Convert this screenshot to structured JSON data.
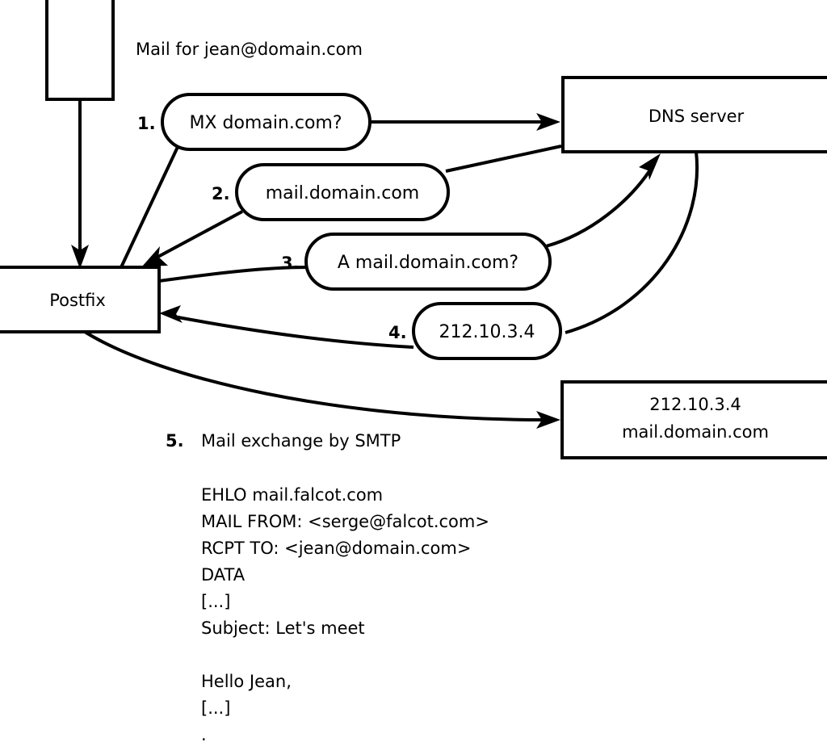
{
  "diagram": {
    "title_caption": "Mail for jean@domain.com",
    "nodes": {
      "sender_box": {
        "label": ""
      },
      "postfix_box": {
        "label": "Postfix"
      },
      "dns_box": {
        "label": "DNS server"
      },
      "target_box": {
        "line1": "212.10.3.4",
        "line2": "mail.domain.com"
      }
    },
    "steps": [
      {
        "num": "1.",
        "text": "MX domain.com?"
      },
      {
        "num": "2.",
        "text": "mail.domain.com"
      },
      {
        "num": "3.",
        "text": "A mail.domain.com?"
      },
      {
        "num": "4.",
        "text": "212.10.3.4"
      }
    ],
    "step5": {
      "num": "5.",
      "text": "Mail exchange by SMTP"
    },
    "transcript": [
      "EHLO mail.falcot.com",
      "MAIL FROM: <serge@falcot.com>",
      "RCPT TO: <jean@domain.com>",
      "DATA",
      "[...]",
      "Subject: Let's meet",
      "",
      "Hello Jean,",
      "[...]",
      "."
    ],
    "colors": {
      "stroke": "#000000",
      "fill": "#ffffff",
      "text": "#000000"
    }
  }
}
